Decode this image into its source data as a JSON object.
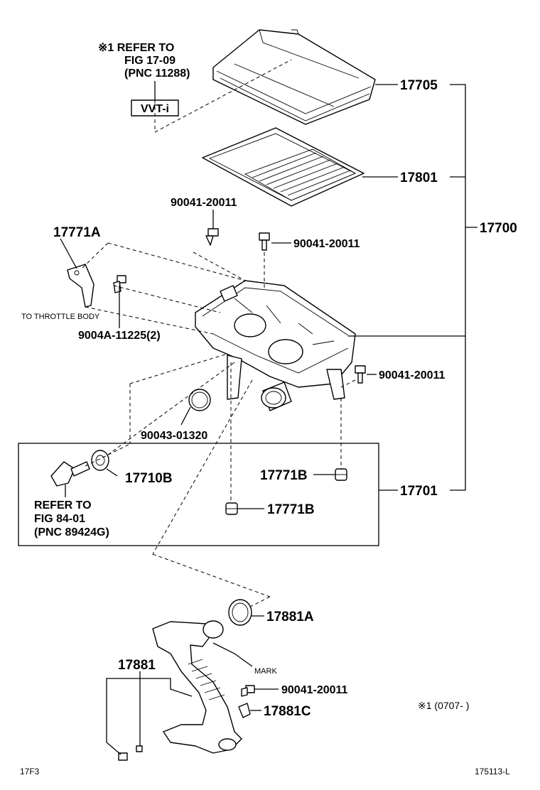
{
  "labels": {
    "note_ref_line1": "※1 REFER TO",
    "note_ref_line2": "FIG 17-09",
    "note_ref_line3": "(PNC 11288)",
    "emblem": "VVT-i",
    "p17705": "17705",
    "p17801": "17801",
    "p17700": "17700",
    "p90041_a": "90041-20011",
    "p90041_b": "90041-20011",
    "p90041_c": "90041-20011",
    "p90041_d": "90041-20011",
    "p17771a": "17771A",
    "to_throttle": "TO THROTTLE BODY",
    "p9004a": "9004A-11225(2)",
    "p90043": "90043-01320",
    "p17710b": "17710B",
    "p17771b_a": "17771B",
    "p17771b_b": "17771B",
    "p17701": "17701",
    "refer2_line1": "REFER TO",
    "refer2_line2": "FIG 84-01",
    "refer2_line3": "(PNC 89424G)",
    "p17881a": "17881A",
    "p17881": "17881",
    "mark": "MARK",
    "p17881c": "17881C",
    "note_date": "※1 (0707-     )",
    "footer_left": "17F3",
    "footer_right": "175113-L"
  }
}
